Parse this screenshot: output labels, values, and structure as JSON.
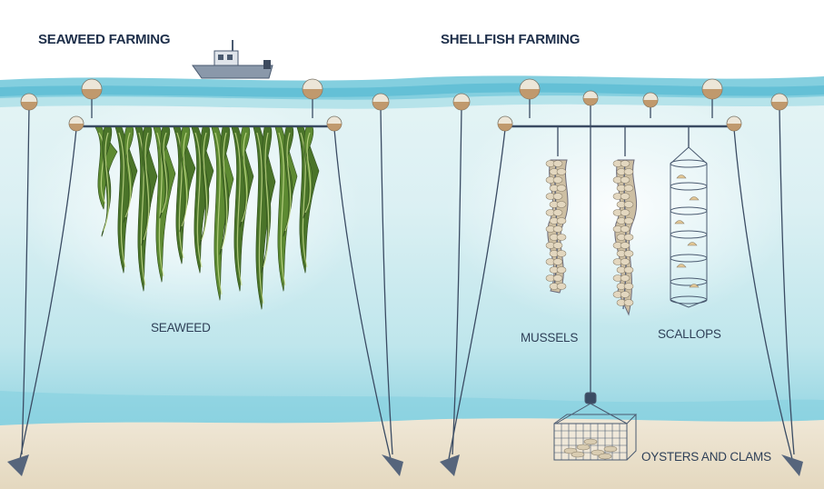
{
  "headings": {
    "seaweed_farming": "SEAWEED FARMING",
    "shellfish_farming": "SHELLFISH FARMING"
  },
  "labels": {
    "seaweed": "SEAWEED",
    "mussels": "MUSSELS",
    "scallops": "SCALLOPS",
    "oysters_and_clams": "OYSTERS AND CLAMS"
  },
  "colors": {
    "sky": "#ffffff",
    "water_surface": "#7fcfe0",
    "water_deep": "#9fdbe6",
    "sand": "#ebe2cf",
    "line": "#3a4b63",
    "buoy": "#e8e3d6",
    "seaweed": "#4f7a2c",
    "mussel": "#c7b89c",
    "label_text": "#2e3f57"
  },
  "icons": [
    "boat-icon",
    "buoy-icon",
    "anchor-icon",
    "seaweed-icon",
    "mussel-rope-icon",
    "scallop-lantern-net-icon",
    "oyster-cage-icon"
  ]
}
